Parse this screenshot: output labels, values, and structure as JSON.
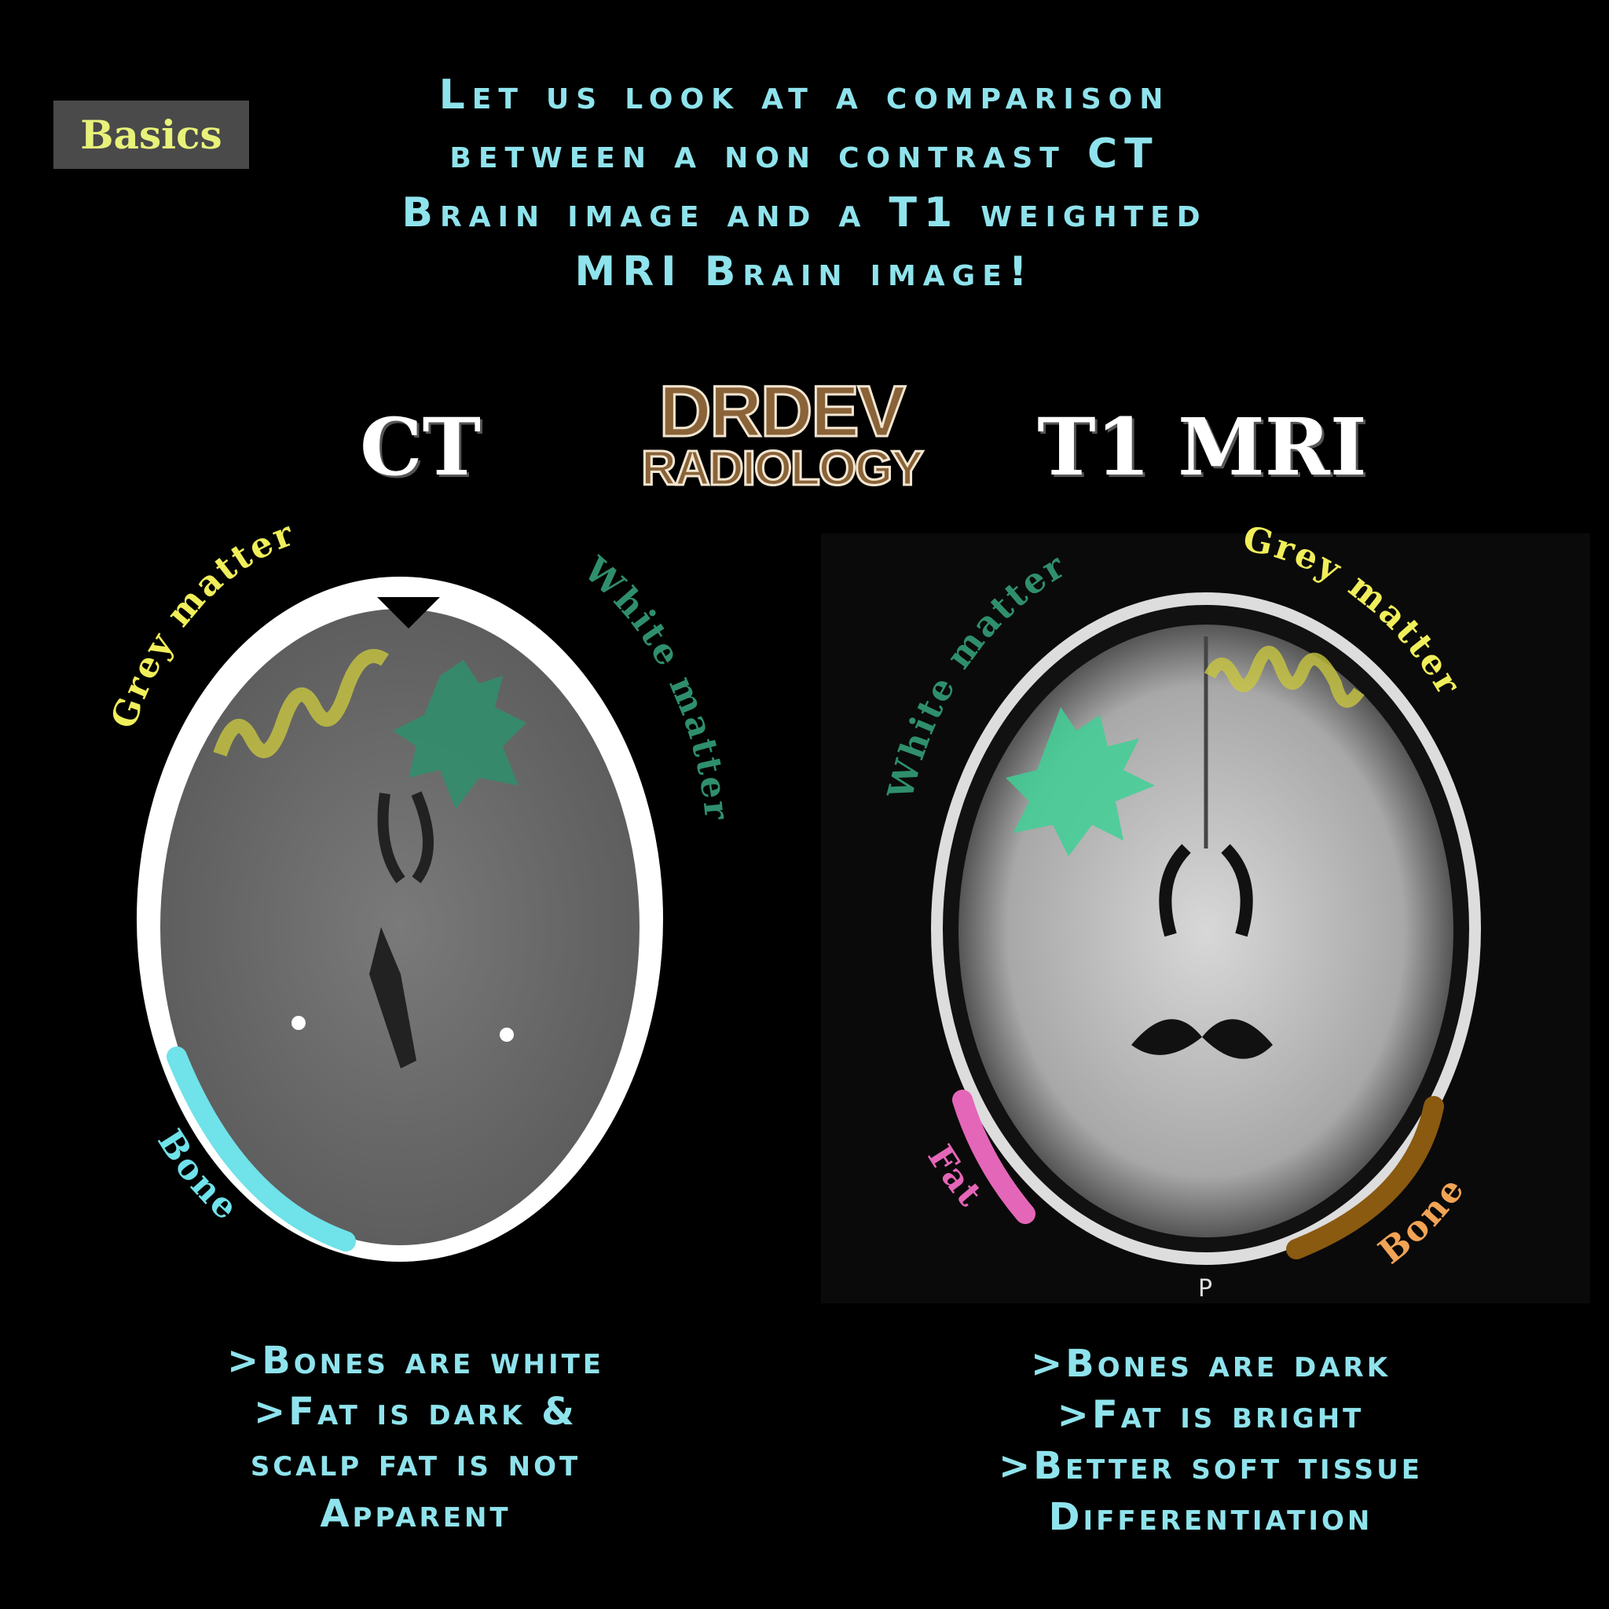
{
  "badge": "Basics",
  "title": [
    "Let us look at a comparison",
    "between a non contrast CT",
    "Brain image and a T1 weighted",
    "MRI Brain image!"
  ],
  "logo": {
    "line1": "DRDEV",
    "line2": "RADIOLOGY"
  },
  "ct": {
    "label": "CT",
    "annotations": {
      "grey": "Grey matter",
      "white": "White matter",
      "bone": "Bone"
    },
    "notes": [
      ">Bones are white",
      ">Fat is dark &",
      "scalp fat is not",
      "Apparent"
    ]
  },
  "mri": {
    "label": "T1 MRI",
    "annotations": {
      "grey": "Grey matter",
      "white": "White matter",
      "fat": "Fat",
      "bone": "Bone",
      "marker": "P"
    },
    "notes": [
      ">Bones are dark",
      ">Fat is bright",
      ">Better soft tissue",
      "Differentiation"
    ]
  },
  "colors": {
    "grey_matter": "#f0ee5a",
    "white_matter": "#2f8f6c",
    "ct_bone": "#6fe2ea",
    "fat": "#e466b8",
    "mri_bone": "#f2a455"
  }
}
